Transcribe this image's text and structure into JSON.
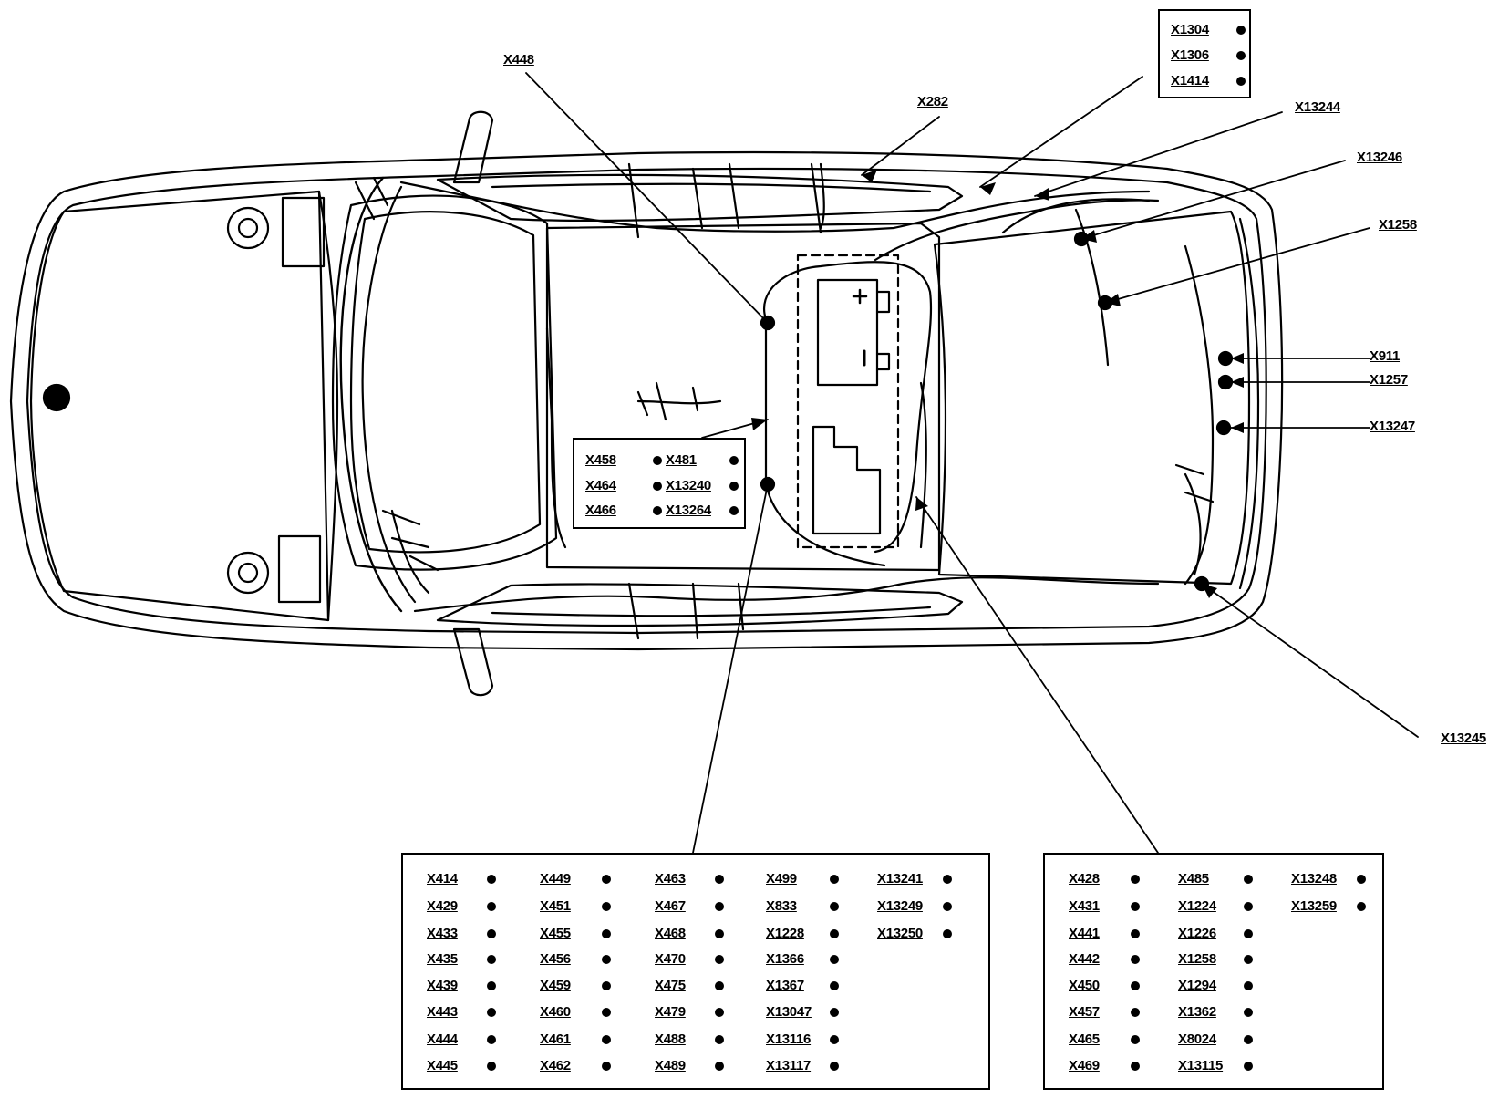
{
  "diagram": {
    "callouts": {
      "x448": "X448",
      "x282": "X282",
      "x13244": "X13244",
      "x13246": "X13246",
      "x1258": "X1258",
      "x911": "X911",
      "x1257": "X1257",
      "x13247": "X13247",
      "x13245": "X13245"
    },
    "top_right_box": [
      "X1304",
      "X1306",
      "X1414"
    ],
    "center_box": {
      "col1": [
        "X458",
        "X464",
        "X466"
      ],
      "col2": [
        "X481",
        "X13240",
        "X13264"
      ]
    },
    "bottom_left_box": {
      "col1": [
        "X414",
        "X429",
        "X433",
        "X435",
        "X439",
        "X443",
        "X444",
        "X445"
      ],
      "col2": [
        "X449",
        "X451",
        "X455",
        "X456",
        "X459",
        "X460",
        "X461",
        "X462"
      ],
      "col3": [
        "X463",
        "X467",
        "X468",
        "X470",
        "X475",
        "X479",
        "X488",
        "X489"
      ],
      "col4": [
        "X499",
        "X833",
        "X1228",
        "X1366",
        "X1367",
        "X13047",
        "X13116",
        "X13117"
      ],
      "col5": [
        "X13241",
        "X13249",
        "X13250"
      ]
    },
    "bottom_right_box": {
      "col1": [
        "X428",
        "X431",
        "X441",
        "X442",
        "X450",
        "X457",
        "X465",
        "X469"
      ],
      "col2": [
        "X485",
        "X1224",
        "X1226",
        "X1258",
        "X1294",
        "X1362",
        "X8024",
        "X13115"
      ],
      "col3": [
        "X13248",
        "X13259"
      ]
    }
  }
}
